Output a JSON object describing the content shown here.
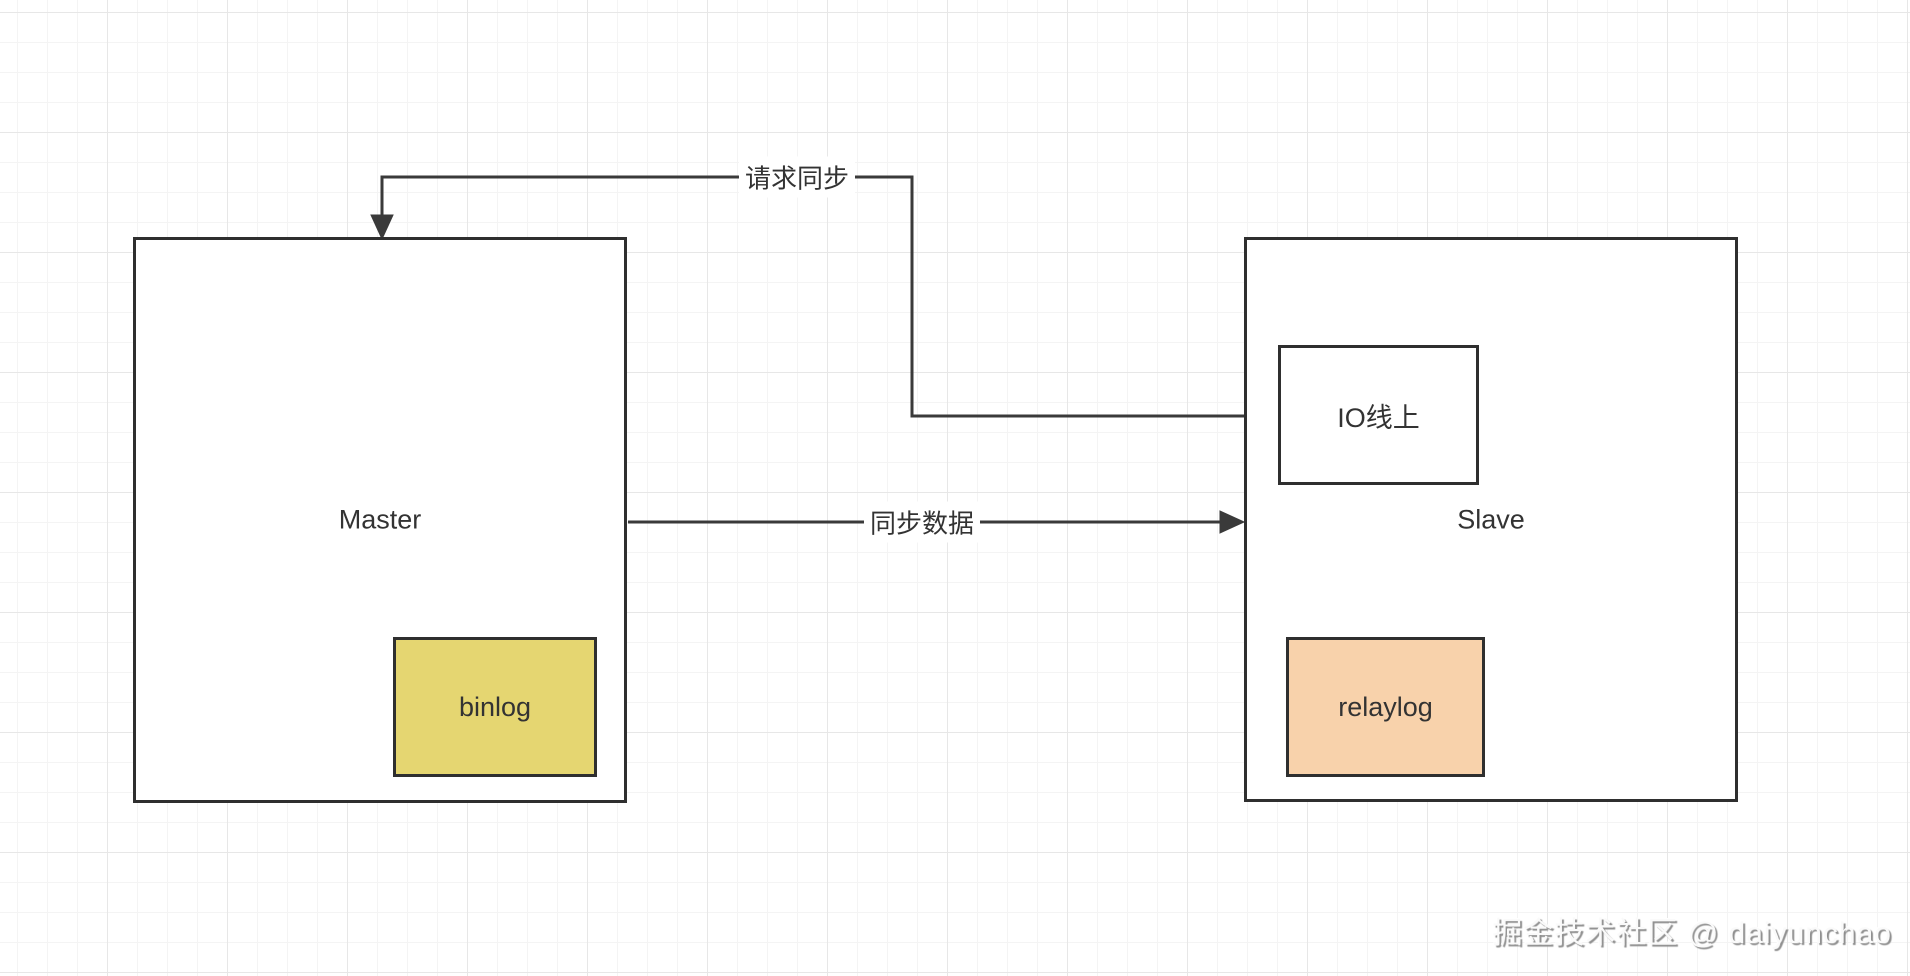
{
  "diagram": {
    "master": {
      "label": "Master",
      "binlog": {
        "label": "binlog"
      }
    },
    "slave": {
      "label": "Slave",
      "io_box": {
        "label": "IO线上"
      },
      "relaylog": {
        "label": "relaylog"
      }
    },
    "edges": {
      "request_sync": {
        "label": "请求同步",
        "from": "slave.io_box",
        "to": "master",
        "direction": "io-box-to-master-top"
      },
      "sync_data": {
        "label": "同步数据",
        "from": "master",
        "to": "slave",
        "direction": "master-right-to-slave-left"
      }
    },
    "colors": {
      "connector_stroke": "#3a3a3a",
      "box_border": "#2f2f2f",
      "binlog_fill": "#e5d671",
      "relaylog_fill": "#f8d2ab",
      "grid_minor": "#f4f4f4",
      "grid_major": "#e7e7e7",
      "text": "#333333"
    }
  },
  "watermark": {
    "text": "掘金技术社区 @ daiyunchao"
  }
}
